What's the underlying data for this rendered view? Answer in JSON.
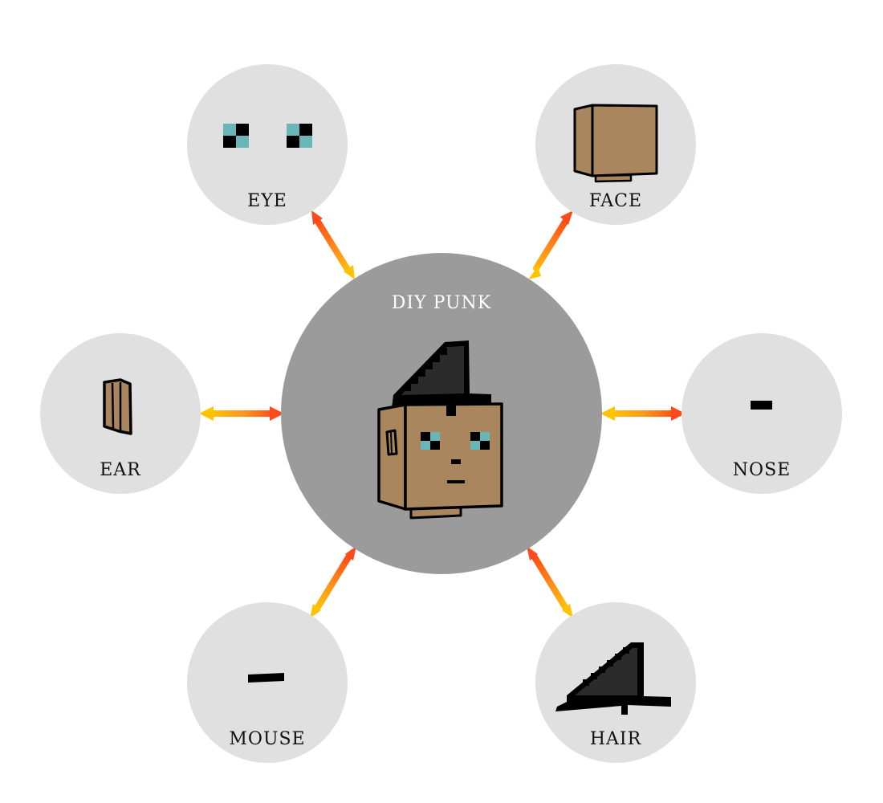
{
  "center": {
    "label": "DIY PUNK"
  },
  "parts": [
    {
      "id": "eye",
      "label": "EYE"
    },
    {
      "id": "face",
      "label": "FACE"
    },
    {
      "id": "nose",
      "label": "NOSE"
    },
    {
      "id": "hair",
      "label": "HAIR"
    },
    {
      "id": "mouse",
      "label": "MOUSE"
    },
    {
      "id": "ear",
      "label": "EAR"
    }
  ],
  "colors": {
    "center_circle": "#9b9b9b",
    "part_circle": "#e0e0e0",
    "skin": "#a9865e",
    "outline": "#000000",
    "hair": "#2b2b2b",
    "eye": "#6ab5b7",
    "arrow_warm": "#ff4a1c",
    "arrow_gold": "#ffc400"
  }
}
